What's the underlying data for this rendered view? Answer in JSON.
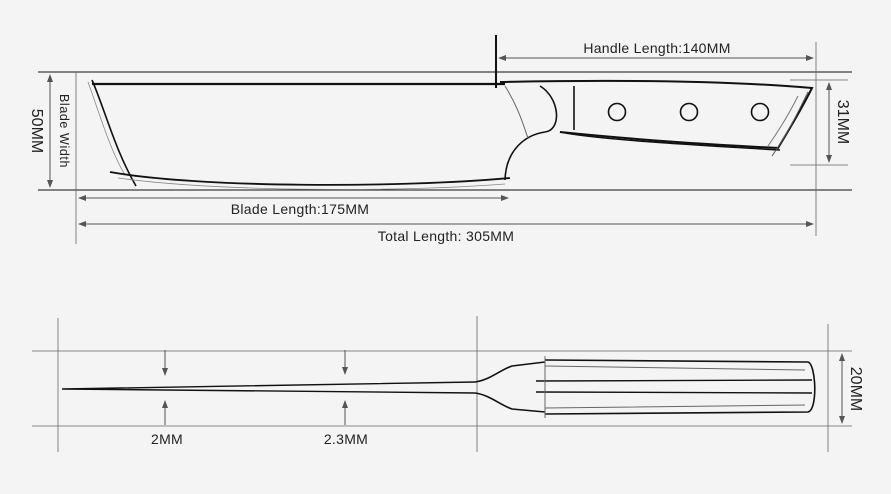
{
  "top_view": {
    "handle_length": "Handle Length:140MM",
    "blade_length": "Blade Length:175MM",
    "total_length": "Total Length: 305MM",
    "blade_width_label": "Blade Width",
    "blade_width_value": "50MM",
    "handle_height": "31MM"
  },
  "side_view": {
    "blade_tip_thickness": "2MM",
    "blade_spine_thickness": "2.3MM",
    "handle_thickness": "20MM"
  },
  "colors": {
    "background": "#f4f4f4",
    "line": "#111111",
    "dimension_line": "#555555"
  }
}
